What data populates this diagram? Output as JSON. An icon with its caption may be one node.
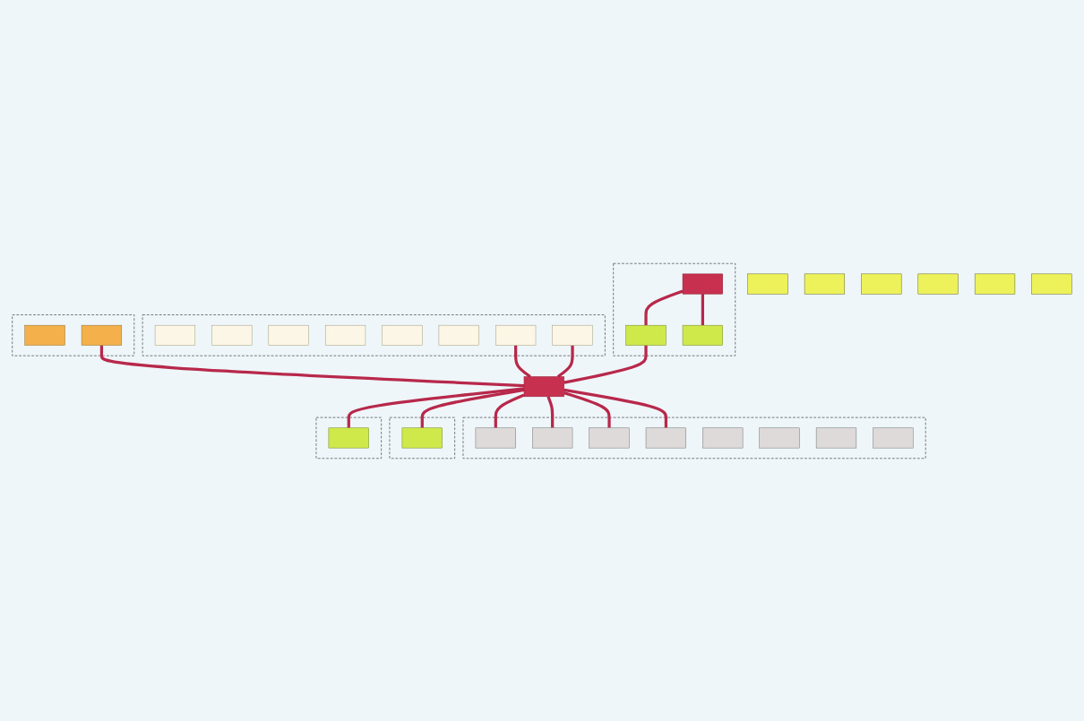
{
  "diagram": {
    "nodes": [
      {
        "text": [],
        "shape": "box"
      },
      {
        "text": [],
        "shape": "box",
        "in": 0
      },
      {
        "text": [],
        "shape": "box",
        "in": 0
      },
      {
        "text": [],
        "shape": "box"
      },
      {
        "text": [],
        "shape": "box",
        "in": 3
      },
      {
        "text": [],
        "shape": "box",
        "in": 3
      },
      {
        "text": [],
        "shape": "box",
        "in": 3
      },
      {
        "text": [],
        "shape": "box",
        "in": 3
      },
      {
        "text": [],
        "shape": "box",
        "in": 3
      },
      {
        "text": [],
        "shape": "box",
        "in": 3
      },
      {
        "text": [],
        "shape": "box",
        "in": 3
      },
      {
        "text": [],
        "shape": "box",
        "in": 3
      },
      {
        "text": [],
        "shape": "box"
      },
      {
        "text": [],
        "shape": "bar",
        "in": 12
      },
      {
        "text": [],
        "shape": "box",
        "in": 12
      },
      {
        "text": [],
        "shape": "box",
        "in": 12
      },
      {
        "text": [],
        "shape": "bar"
      },
      {
        "text": [],
        "shape": "box"
      },
      {
        "text": [],
        "shape": "box",
        "in": 17
      },
      {
        "text": [],
        "shape": "box",
        "in": 17
      },
      {
        "text": [],
        "shape": "box",
        "in": 17
      },
      {
        "text": [],
        "shape": "box",
        "in": 17
      },
      {
        "text": [],
        "shape": "box",
        "in": 17
      },
      {
        "text": [],
        "shape": "box",
        "in": 17
      },
      {
        "text": [],
        "shape": "box",
        "in": 17
      },
      {
        "text": [],
        "shape": "box",
        "in": 17
      },
      {
        "text": [],
        "shape": "box"
      },
      {
        "text": [],
        "shape": "box",
        "in": 26
      },
      {
        "text": [],
        "shape": "box"
      },
      {
        "text": [],
        "shape": "box",
        "in": 28
      },
      {
        "text": [],
        "shape": "box"
      },
      {
        "text": [],
        "shape": "box"
      },
      {
        "text": [],
        "shape": "box"
      },
      {
        "text": [],
        "shape": "box"
      },
      {
        "text": [],
        "shape": "box"
      },
      {
        "text": [],
        "shape": "box"
      }
    ],
    "edges": [
      {
        "from": 2,
        "to": 16,
        "arrow": "none"
      },
      {
        "from": 10,
        "to": 16,
        "arrow": "none"
      },
      {
        "from": 11,
        "to": 16,
        "arrow": "none"
      },
      {
        "from": 13,
        "to": 14,
        "arrow": "none"
      },
      {
        "from": 13,
        "to": 15,
        "arrow": "none"
      },
      {
        "from": 14,
        "to": 16,
        "arrow": "none"
      },
      {
        "from": 16,
        "to": 18,
        "arrow": "none"
      },
      {
        "from": 16,
        "to": 19,
        "arrow": "none"
      },
      {
        "from": 16,
        "to": 20,
        "arrow": "none"
      },
      {
        "from": 16,
        "to": 21,
        "arrow": "none"
      },
      {
        "from": 16,
        "to": 27,
        "arrow": "none"
      },
      {
        "from": 16,
        "to": 29,
        "arrow": "none"
      }
    ]
  }
}
